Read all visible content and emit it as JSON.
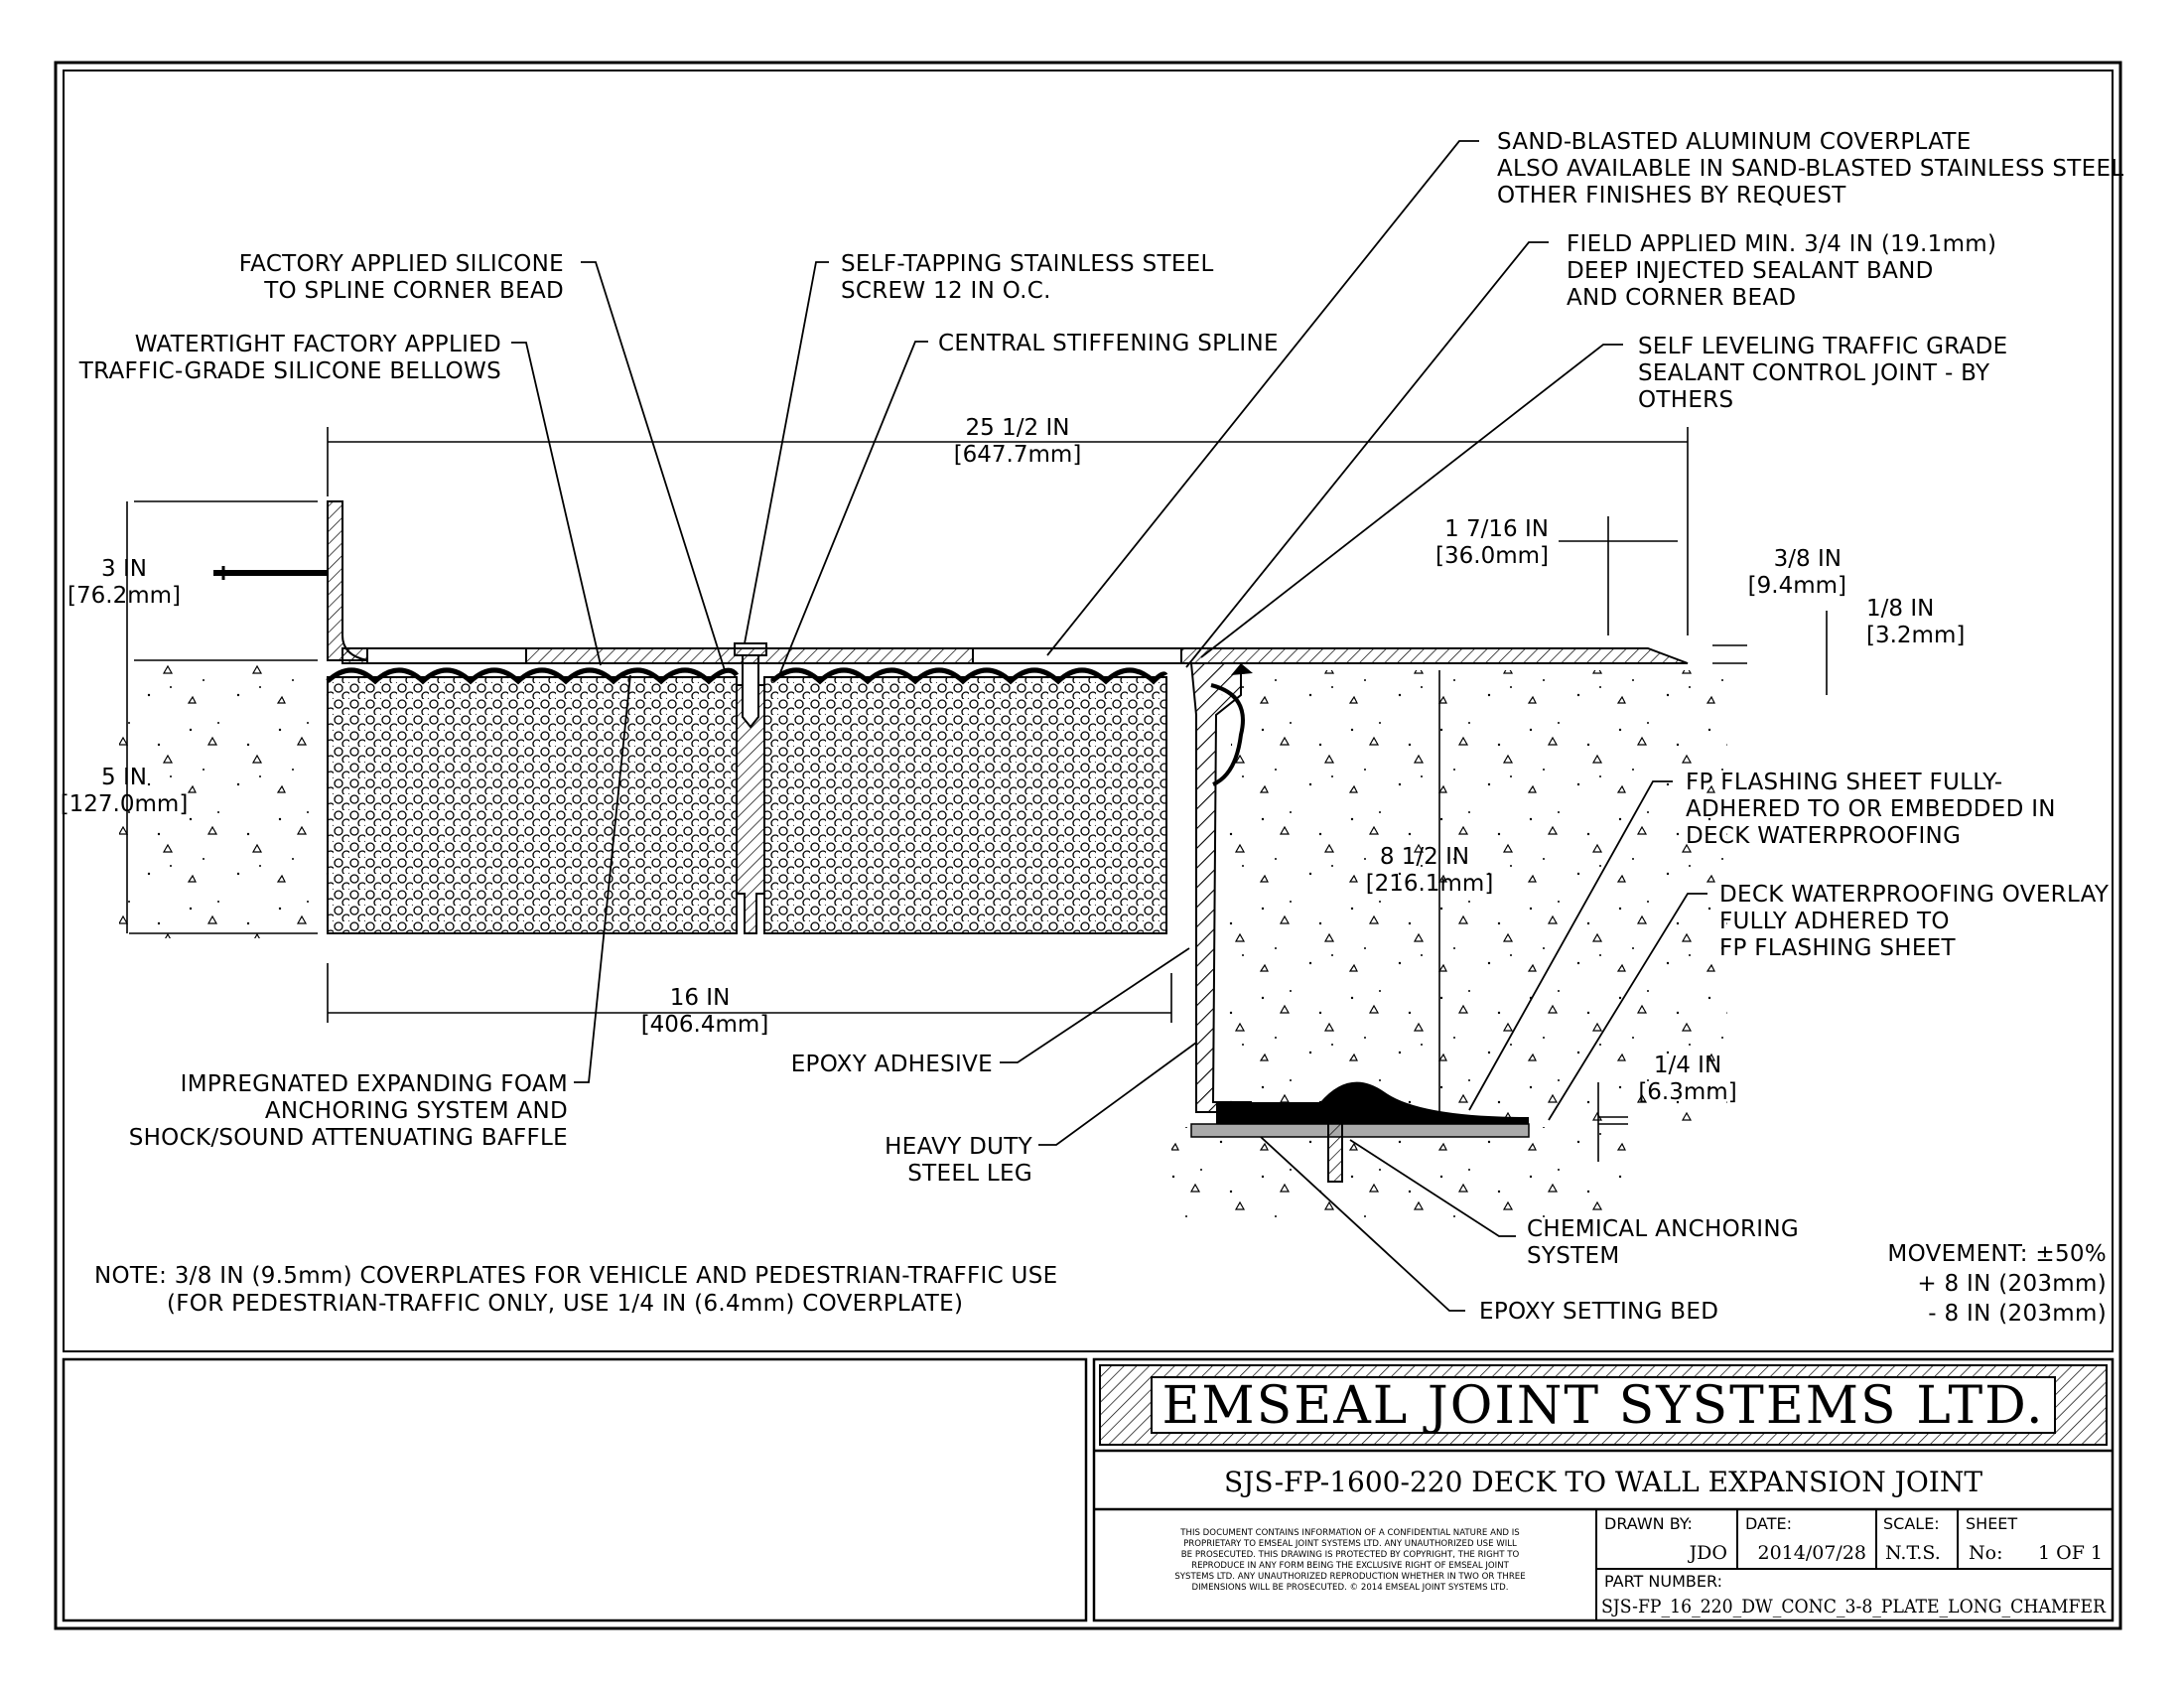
{
  "callouts": {
    "coverplate": [
      "SAND-BLASTED ALUMINUM COVERPLATE",
      "ALSO AVAILABLE IN SAND-BLASTED STAINLESS STEEL",
      "OTHER FINISHES BY REQUEST"
    ],
    "field_sealant": [
      "FIELD APPLIED MIN. 3/4 IN (19.1mm)",
      "DEEP INJECTED SEALANT BAND",
      "AND CORNER BEAD"
    ],
    "self_leveling": [
      "SELF LEVELING TRAFFIC GRADE",
      "SEALANT CONTROL JOINT - BY",
      "OTHERS"
    ],
    "factory_silicone": [
      "FACTORY APPLIED SILICONE",
      "TO SPLINE CORNER BEAD"
    ],
    "screw": [
      "SELF-TAPPING STAINLESS STEEL",
      "SCREW 12 IN O.C."
    ],
    "bellows": [
      "WATERTIGHT FACTORY APPLIED",
      "TRAFFIC-GRADE SILICONE BELLOWS"
    ],
    "spline": "CENTRAL STIFFENING SPLINE",
    "flashing": [
      "FP FLASHING SHEET FULLY-",
      "ADHERED TO OR EMBEDDED IN",
      "DECK WATERPROOFING"
    ],
    "overlay": [
      "DECK WATERPROOFING OVERLAY",
      "FULLY ADHERED TO",
      "FP FLASHING SHEET"
    ],
    "foam": [
      "IMPREGNATED EXPANDING FOAM",
      "ANCHORING SYSTEM AND",
      "SHOCK/SOUND ATTENUATING BAFFLE"
    ],
    "epoxy_adhesive": "EPOXY ADHESIVE",
    "steel_leg": [
      "HEAVY DUTY",
      "STEEL LEG"
    ],
    "chemical": [
      "CHEMICAL ANCHORING",
      "SYSTEM"
    ],
    "epoxy_bed": "EPOXY SETTING BED"
  },
  "dimensions": {
    "overall_width": [
      "25 1/2 IN",
      "[647.7mm]"
    ],
    "chamfer": [
      "1 7/16 IN",
      "[36.0mm]"
    ],
    "plate_thickness": [
      "3/8 IN",
      "[9.4mm]"
    ],
    "chamfer_tip": [
      "1/8 IN",
      "[3.2mm]"
    ],
    "wall_flange": [
      "3 IN",
      "[76.2mm]"
    ],
    "foam_depth": [
      "5 IN",
      "[127.0mm]"
    ],
    "leg_depth": [
      "8 1/2 IN",
      "[216.1mm]"
    ],
    "foam_width": [
      "16 IN",
      "[406.4mm]"
    ],
    "flange": [
      "1/4 IN",
      "[6.3mm]"
    ]
  },
  "note": [
    "NOTE: 3/8 IN (9.5mm) COVERPLATES FOR VEHICLE AND PEDESTRIAN-TRAFFIC USE",
    "(FOR PEDESTRIAN-TRAFFIC ONLY, USE 1/4 IN (6.4mm) COVERPLATE)"
  ],
  "movement": [
    "MOVEMENT: ±50%",
    "+ 8 IN (203mm)",
    "- 8 IN (203mm)"
  ],
  "title_block": {
    "company": "EMSEAL JOINT SYSTEMS LTD.",
    "drawing_title": "SJS-FP-1600-220 DECK TO WALL EXPANSION JOINT",
    "legal": [
      "THIS DOCUMENT CONTAINS INFORMATION OF A CONFIDENTIAL NATURE AND IS",
      "PROPRIETARY TO EMSEAL JOINT SYSTEMS LTD. ANY UNAUTHORIZED USE WILL",
      "BE PROSECUTED. THIS DRAWING IS PROTECTED BY COPYRIGHT, THE RIGHT TO",
      "REPRODUCE IN ANY FORM BEING THE EXCLUSIVE RIGHT OF EMSEAL JOINT",
      "SYSTEMS LTD. ANY UNAUTHORIZED REPRODUCTION WHETHER IN TWO OR THREE",
      "DIMENSIONS WILL BE PROSECUTED. © 2014 EMSEAL JOINT SYSTEMS LTD."
    ],
    "drawn_by_label": "DRAWN BY:",
    "drawn_by": "JDO",
    "date_label": "DATE:",
    "date": "2014/07/28",
    "scale_label": "SCALE:",
    "scale": "N.T.S.",
    "sheet_label": "SHEET",
    "sheet_no_label": "No:",
    "sheet": "1 OF 1",
    "part_label": "PART NUMBER:",
    "part_number": "SJS-FP_16_220_DW_CONC_3-8_PLATE_LONG_CHAMFER"
  }
}
